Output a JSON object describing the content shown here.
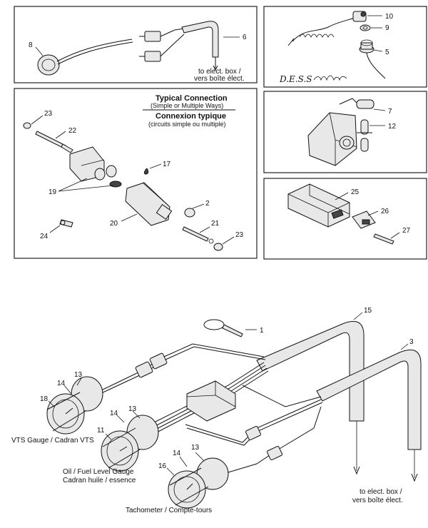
{
  "panels": {
    "top_left": {
      "callouts": [
        "6",
        "8"
      ],
      "note_line1": "to elect. box /",
      "note_line2": "vers boîte élect."
    },
    "top_right": {
      "callouts": [
        "10",
        "9",
        "5"
      ],
      "handwritten": "D.E.S.S"
    },
    "middle_left": {
      "title_en": "Typical Connection",
      "subtitle_en": "(Simple or Multiple Ways)",
      "title_fr": "Connexion typique",
      "subtitle_fr": "(circuits simple ou multiple)",
      "callouts": [
        "23",
        "22",
        "17",
        "19",
        "2",
        "20",
        "21",
        "24",
        "23"
      ]
    },
    "middle_right_upper": {
      "callouts": [
        "7",
        "12"
      ]
    },
    "middle_right_lower": {
      "callouts": [
        "25",
        "26",
        "27"
      ]
    }
  },
  "main": {
    "callouts": [
      "1",
      "15",
      "3",
      "13",
      "14",
      "18",
      "14",
      "13",
      "11",
      "13",
      "14",
      "16"
    ],
    "labels": {
      "vts_gauge": "VTS Gauge / Cadran VTS",
      "oil_fuel_line1": "Oil / Fuel Level Gauge",
      "oil_fuel_line2": "Cadran huile / essence",
      "tachometer": "Tachometer / Compte-tours",
      "elect_line1": "to elect. box /",
      "elect_line2": "vers boîte élect."
    }
  }
}
